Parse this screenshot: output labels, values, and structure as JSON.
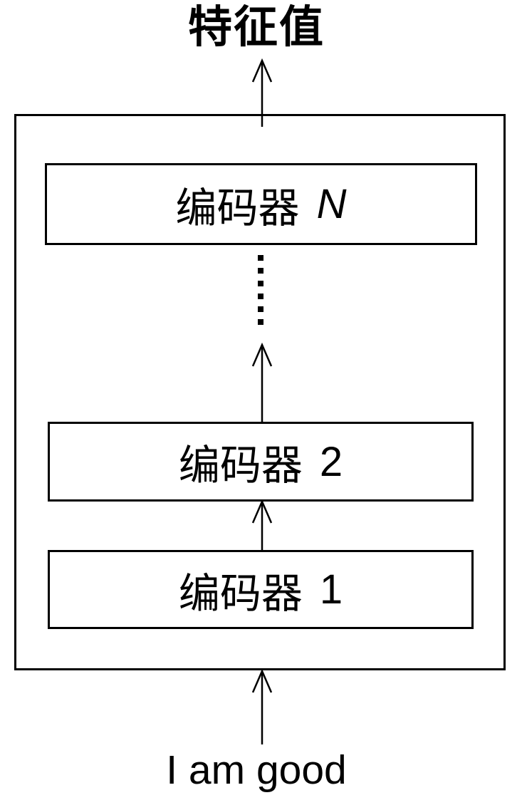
{
  "colors": {
    "line": "#000000",
    "background": "#ffffff"
  },
  "diagram": {
    "output_label": "特征值",
    "input_label": "I am good",
    "encoders": [
      {
        "prefix": "编码器",
        "suffix": "N"
      },
      {
        "prefix": "编码器",
        "suffix": "2"
      },
      {
        "prefix": "编码器",
        "suffix": "1"
      }
    ]
  }
}
